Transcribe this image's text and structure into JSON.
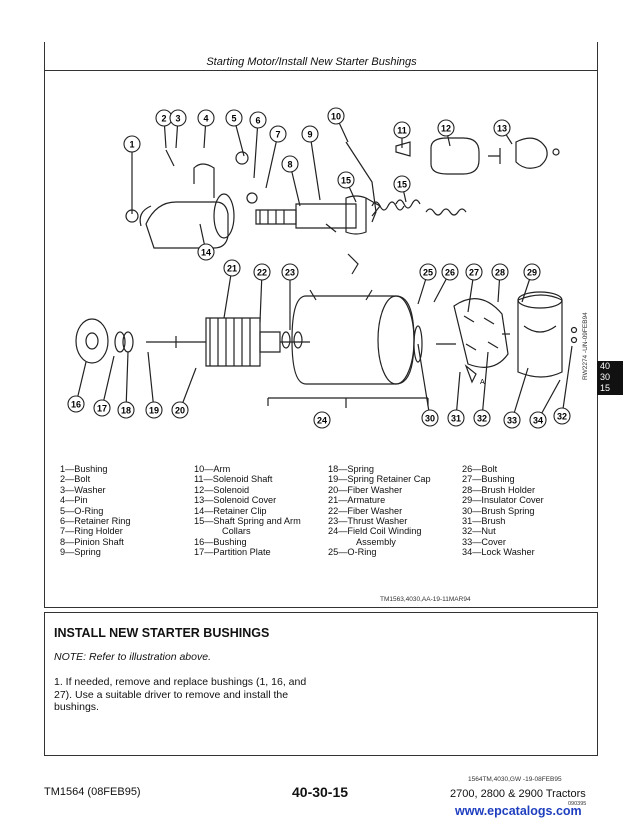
{
  "header": {
    "title": "Starting Motor/Install New Starter Bushings"
  },
  "diagram": {
    "callouts": [
      "1",
      "2",
      "3",
      "4",
      "5",
      "6",
      "7",
      "8",
      "9",
      "10",
      "11",
      "12",
      "13",
      "14",
      "15",
      "15",
      "16",
      "17",
      "18",
      "19",
      "20",
      "21",
      "22",
      "23",
      "24",
      "25",
      "26",
      "27",
      "28",
      "29",
      "30",
      "31",
      "32",
      "33",
      "34",
      "32"
    ],
    "label_a": "A"
  },
  "legend": {
    "col1": [
      "1—Bushing",
      "2—Bolt",
      "3—Washer",
      "4—Pin",
      "5—O-Ring",
      "6—Retainer Ring",
      "7—Ring Holder",
      "8—Pinion Shaft",
      "9—Spring"
    ],
    "col2": [
      "10—Arm",
      "11—Solenoid Shaft",
      "12—Solenoid",
      "13—Solenoid Cover",
      "14—Retainer Clip",
      "15—Shaft Spring and Arm",
      "Collars",
      "16—Bushing",
      "17—Partition Plate"
    ],
    "col3": [
      "18—Spring",
      "19—Spring Retainer Cap",
      "20—Fiber Washer",
      "21—Armature",
      "22—Fiber Washer",
      "23—Thrust Washer",
      "24—Field Coil Winding",
      "Assembly",
      "25—O-Ring"
    ],
    "col4": [
      "26—Bolt",
      "27—Bushing",
      "28—Brush Holder",
      "29—Insulator Cover",
      "30—Brush Spring",
      "31—Brush",
      "32—Nut",
      "33—Cover",
      "34—Lock Washer"
    ]
  },
  "figure_id": "TM1563,4030,AA-19-11MAR94",
  "side_id": "RW2274   -UN-09FEB94",
  "tab_lines": [
    "40",
    "30",
    "15"
  ],
  "section": {
    "title": "INSTALL NEW STARTER BUSHINGS",
    "note": "NOTE: Refer to illustration above.",
    "step": "1. If needed, remove and replace bushings (1, 16, and 27). Use a suitable driver to remove and install the bushings."
  },
  "code2": "1564TM,4030,GW -19-08FEB95",
  "footer": {
    "left": "TM1564 (08FEB95)",
    "page": "40-30-15",
    "right": "2700, 2800 & 2900 Tractors",
    "date": "090395",
    "watermark": "www.epcatalogs.com"
  }
}
